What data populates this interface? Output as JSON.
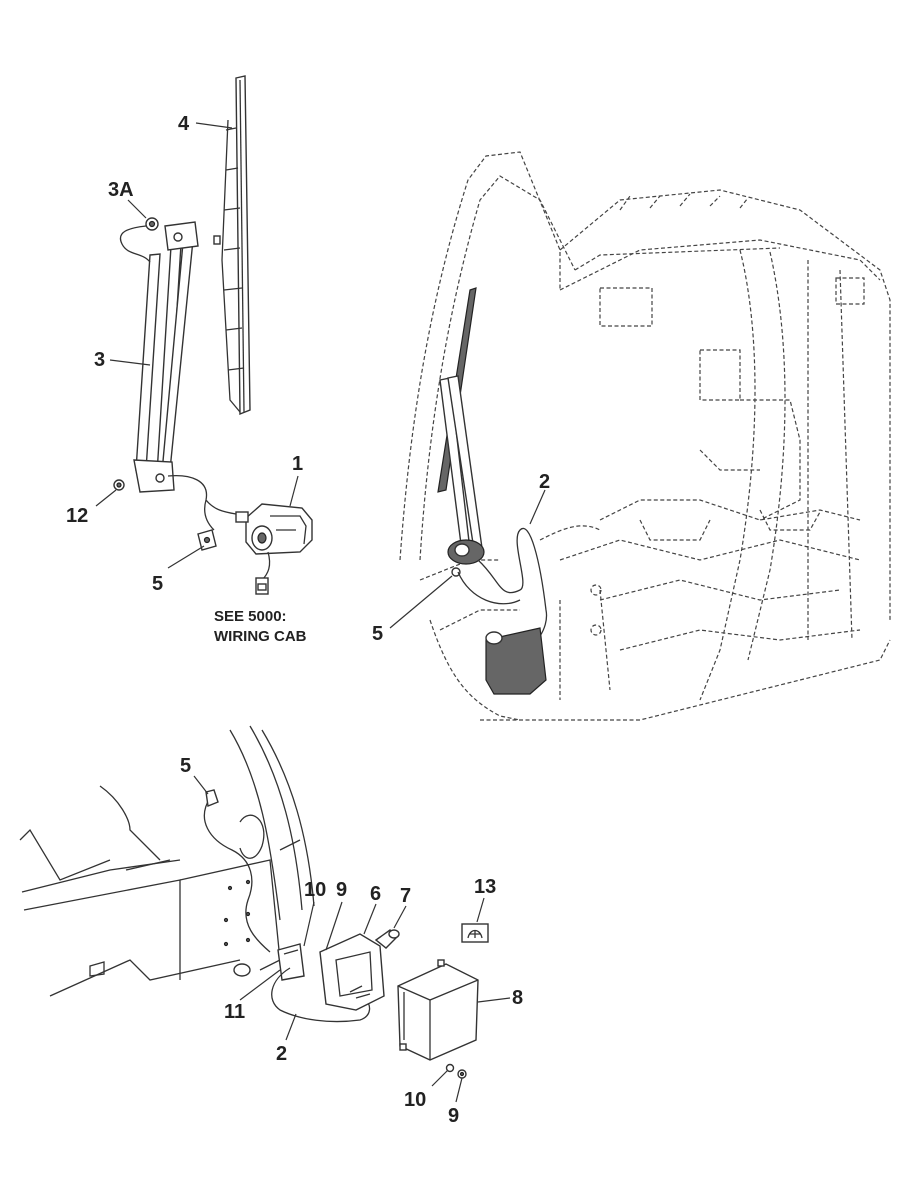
{
  "callouts": {
    "c1": "1",
    "c2a": "2",
    "c2b": "2",
    "c3": "3",
    "c3a": "3A",
    "c4": "4",
    "c5a": "5",
    "c5b": "5",
    "c5c": "5",
    "c6": "6",
    "c7": "7",
    "c8": "8",
    "c9a": "9",
    "c9b": "9",
    "c10a": "10",
    "c10b": "10",
    "c11": "11",
    "c12": "12",
    "c13": "13"
  },
  "note": {
    "line1": "SEE 5000:",
    "line2": "WIRING CAB"
  }
}
